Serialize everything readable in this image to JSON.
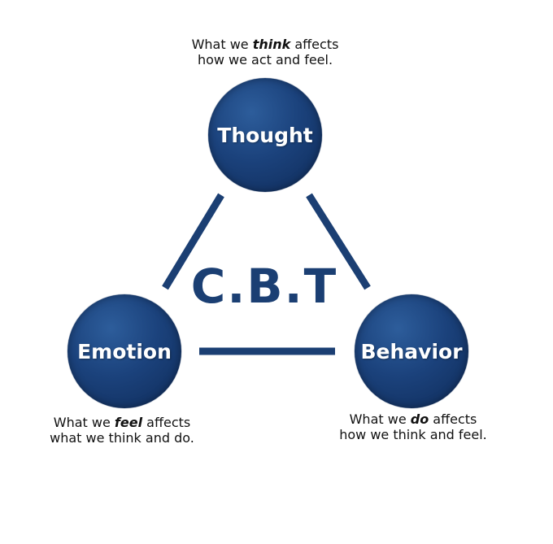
{
  "center": {
    "label": "C.B.T"
  },
  "colors": {
    "node": "#1b427c",
    "line": "#1b3f73",
    "center_text": "#1b3f73"
  },
  "nodes": {
    "thought": {
      "label": "Thought",
      "caption_pre": "What we ",
      "caption_em": "think",
      "caption_post": " affects",
      "caption_line2": "how we act and feel."
    },
    "emotion": {
      "label": "Emotion",
      "caption_pre": "What we ",
      "caption_em": "feel",
      "caption_post": " affects",
      "caption_line2": "what we think and do."
    },
    "behavior": {
      "label": "Behavior",
      "caption_pre": "What we ",
      "caption_em": "do",
      "caption_post": " affects",
      "caption_line2": "how we think and feel."
    }
  }
}
